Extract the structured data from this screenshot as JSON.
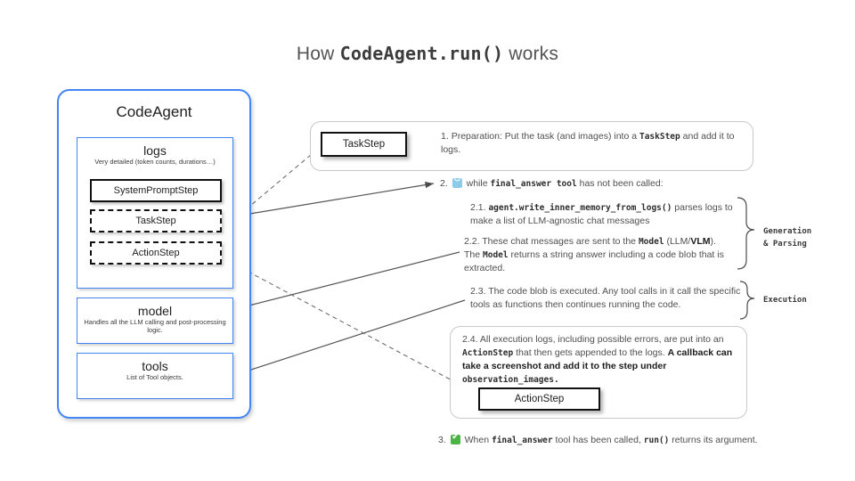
{
  "title": {
    "prefix": "How ",
    "code": "CodeAgent.run()",
    "suffix": " works"
  },
  "agent": {
    "name": "CodeAgent",
    "logs": {
      "title": "logs",
      "subtitle": "Very detailed (token counts, durations…)",
      "steps": [
        {
          "label": "SystemPromptStep",
          "style": "solid"
        },
        {
          "label": "TaskStep",
          "style": "dashed"
        },
        {
          "label": "ActionStep",
          "style": "dashed"
        }
      ]
    },
    "model": {
      "title": "model",
      "subtitle": "Handles all the LLM calling and post-processing logic."
    },
    "tools": {
      "title": "tools",
      "subtitle": "List of Tool objects."
    }
  },
  "flow": {
    "step1": {
      "number": "1.",
      "chip_label": "TaskStep",
      "text_a": "Preparation: Put the task (and images) into a ",
      "code_a": "TaskStep",
      "text_b": " and add it to logs."
    },
    "step2": {
      "number": "2.",
      "icon": "loop-icon",
      "text_a": "while ",
      "code_a": "final_answer tool",
      "text_b": " has not been called:"
    },
    "step21": {
      "number": "2.1.",
      "code_a": "agent.write_inner_memory_from_logs()",
      "text_a": " parses logs to make a list of LLM-agnostic chat messages"
    },
    "step22": {
      "number": "2.2.",
      "text_a": "These chat messages are sent to the ",
      "code_a": "Model",
      "text_b": " (LLM/",
      "bold_a": "VLM",
      "text_c": "). The ",
      "code_b": "Model",
      "text_d": " returns a string answer including a code blob that is extracted."
    },
    "step23": {
      "number": "2.3.",
      "text_a": "The code blob is executed. Any tool calls in it call the specific tools as functions then continues running the code."
    },
    "step24": {
      "number": "2.4.",
      "text_a": "All execution logs, including possible errors, are put into an ",
      "code_a": "ActionStep",
      "text_b": " that then gets appended to the logs. ",
      "bold_a": "A callback can  take a screenshot and add it to the step under ",
      "code_b": "observation_images.",
      "chip_label": "ActionStep"
    },
    "step3": {
      "number": "3.",
      "icon": "check-icon",
      "text_a": "When ",
      "code_a": "final_answer",
      "text_b": " tool has been called, ",
      "code_b": "run()",
      "text_c": " returns its argument."
    },
    "group_labels": {
      "generation": "Generation\n& Parsing",
      "generation_line1": "Generation",
      "generation_line2": "& Parsing",
      "execution": "Execution"
    }
  },
  "colors": {
    "brand_blue": "#4285f4",
    "text_gray": "#4f4f4f",
    "loop_icon": "#8ecbe8",
    "check_icon": "#4bb543"
  }
}
